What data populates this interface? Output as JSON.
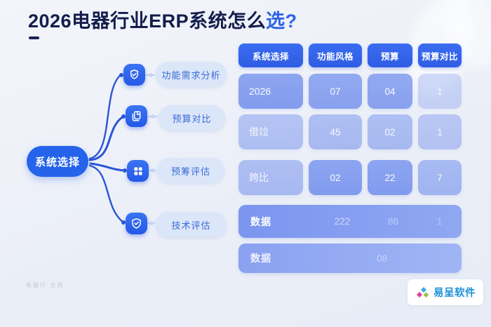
{
  "title": {
    "main": "2026电器行业ERP系统怎么",
    "accent": "选?"
  },
  "mindmap": {
    "root": "系统选择",
    "branches": [
      {
        "icon": "badge-check-icon",
        "label": "功能需求分析"
      },
      {
        "icon": "package-icon",
        "label": "预算对比"
      },
      {
        "icon": "grid-icon",
        "label": "预筹评估"
      },
      {
        "icon": "shield-check-icon",
        "label": "技术评估"
      }
    ]
  },
  "table": {
    "headers": [
      "系统选择",
      "功能风格",
      "预算",
      "预算对比"
    ],
    "rows": [
      {
        "cells": [
          "2026",
          "07",
          "04",
          "1"
        ]
      },
      {
        "cells": [
          "借竝",
          "45",
          "02",
          "1"
        ]
      },
      {
        "cells": [
          "跨比",
          "02",
          "22",
          "7"
        ]
      }
    ],
    "wide_rows": [
      {
        "label": "数据",
        "values": [
          "222",
          "86",
          "1"
        ]
      },
      {
        "label": "数据",
        "values": [
          "08"
        ]
      }
    ]
  },
  "footer": {
    "watermark": "电器行 全网",
    "logo_text": "易呈软件"
  },
  "colors": {
    "accent_blue": "#2563eb",
    "header_blue": "#3263e8",
    "cell_blue": "#7591ee",
    "title_navy": "#131d4c",
    "label_pill": "#dbe6f9",
    "label_text": "#3b6bd6",
    "logo_blue": "#1b8fd8",
    "logo_magenta": "#e33c96",
    "logo_green": "#8cc63e",
    "logo_sky": "#3fa9e8",
    "background": "#eceff7"
  }
}
